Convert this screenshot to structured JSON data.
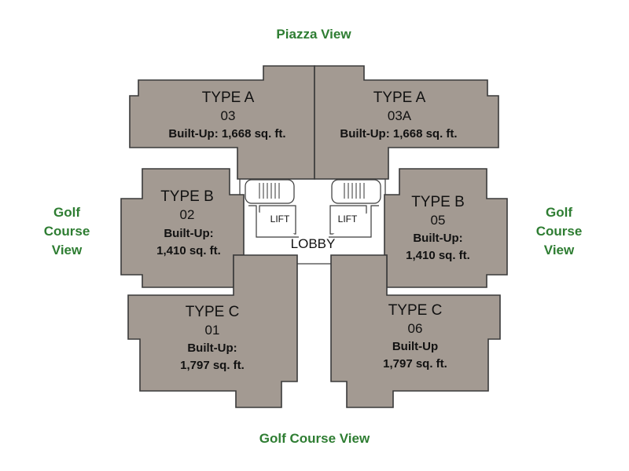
{
  "views": {
    "top": "Piazza View",
    "bottom": "Golf Course View",
    "left": [
      "Golf",
      "Course",
      "View"
    ],
    "right": [
      "Golf",
      "Course",
      "View"
    ]
  },
  "units": {
    "a03": {
      "type": "TYPE A",
      "number": "03",
      "built": [
        "Built-Up: 1,668 sq. ft."
      ]
    },
    "a03a": {
      "type": "TYPE A",
      "number": "03A",
      "built": [
        "Built-Up: 1,668 sq. ft."
      ]
    },
    "b02": {
      "type": "TYPE B",
      "number": "02",
      "built": [
        "Built-Up:",
        "1,410 sq. ft."
      ]
    },
    "b05": {
      "type": "TYPE B",
      "number": "05",
      "built": [
        "Built-Up:",
        "1,410 sq. ft."
      ]
    },
    "c01": {
      "type": "TYPE C",
      "number": "01",
      "built": [
        "Built-Up:",
        "1,797 sq. ft."
      ]
    },
    "c06": {
      "type": "TYPE C",
      "number": "06",
      "built": [
        "Built-Up",
        "1,797 sq. ft."
      ]
    }
  },
  "core": {
    "lobby": "LOBBY",
    "lift_left": "LIFT",
    "lift_right": "LIFT"
  },
  "colors": {
    "unit_fill": "#a39a92",
    "view_text": "#2e7d32"
  }
}
